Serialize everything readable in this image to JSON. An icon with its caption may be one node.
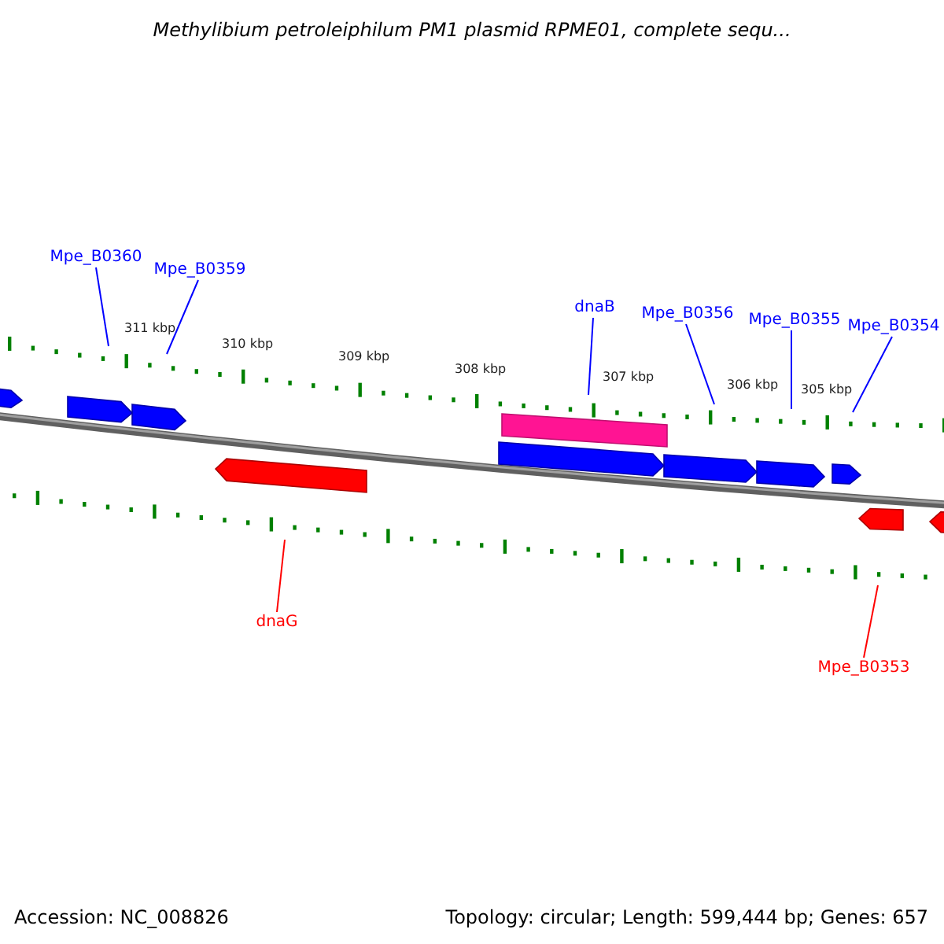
{
  "diagram": {
    "title": "Methylibium petroleiphilum PM1 plasmid RPME01, complete sequ...",
    "nodes": [
      {
        "text": [
          "Mpe_B0360"
        ]
      },
      {
        "text": [
          "Mpe_B0359"
        ]
      },
      {
        "text": [
          "dnaB"
        ]
      },
      {
        "text": [
          "Mpe_B0356"
        ]
      },
      {
        "text": [
          "Mpe_B0355"
        ]
      },
      {
        "text": [
          "Mpe_B0354"
        ]
      },
      {
        "text": [
          "dnaG"
        ]
      },
      {
        "text": [
          "Mpe_B0353"
        ]
      }
    ],
    "edges": [
      {
        "from": 0,
        "to": null,
        "arrow": "none"
      },
      {
        "from": 1,
        "to": null,
        "arrow": "none"
      },
      {
        "from": 2,
        "to": null,
        "arrow": "none"
      },
      {
        "from": 3,
        "to": null,
        "arrow": "none"
      },
      {
        "from": 4,
        "to": null,
        "arrow": "none"
      },
      {
        "from": 5,
        "to": null,
        "arrow": "none"
      },
      {
        "from": 6,
        "to": null,
        "arrow": "none",
        "color": "#ff0000"
      },
      {
        "from": 7,
        "to": null,
        "arrow": "none",
        "color": "#ff0000"
      }
    ],
    "labels": [
      "311 kbp",
      "310 kbp",
      "309 kbp",
      "308 kbp",
      "307 kbp",
      "306 kbp",
      "305 kbp",
      "Accession: NC_008826",
      "Topology: circular; Length: 599,444 bp; Genes: 657"
    ]
  }
}
